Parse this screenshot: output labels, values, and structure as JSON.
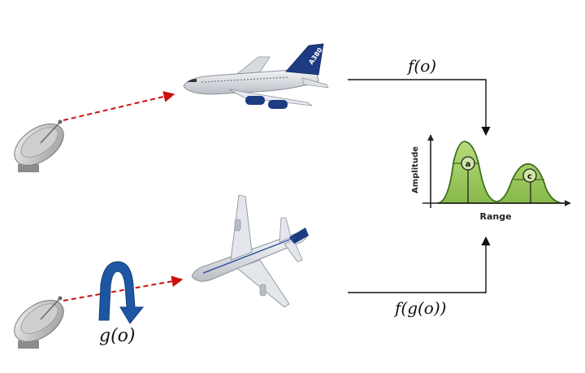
{
  "labels": {
    "f_of_o": "f(o)",
    "f_of_g_of_o": "f(g(o))",
    "g_of_o": "g(o)"
  },
  "plot": {
    "ylabel": "Amplitude",
    "xlabel": "Range",
    "peak_a": "a",
    "peak_c": "c"
  },
  "airline_livery": "A380",
  "colors": {
    "beam": "#cc1111",
    "peak_fill": "#a6d06a",
    "peak_stroke": "#3d6e1c",
    "rotation_arrow": "#1d57a4",
    "connector": "#111111"
  },
  "icons": [
    "radar-dish-icon",
    "airplane-icon",
    "rotation-arrow-icon"
  ]
}
